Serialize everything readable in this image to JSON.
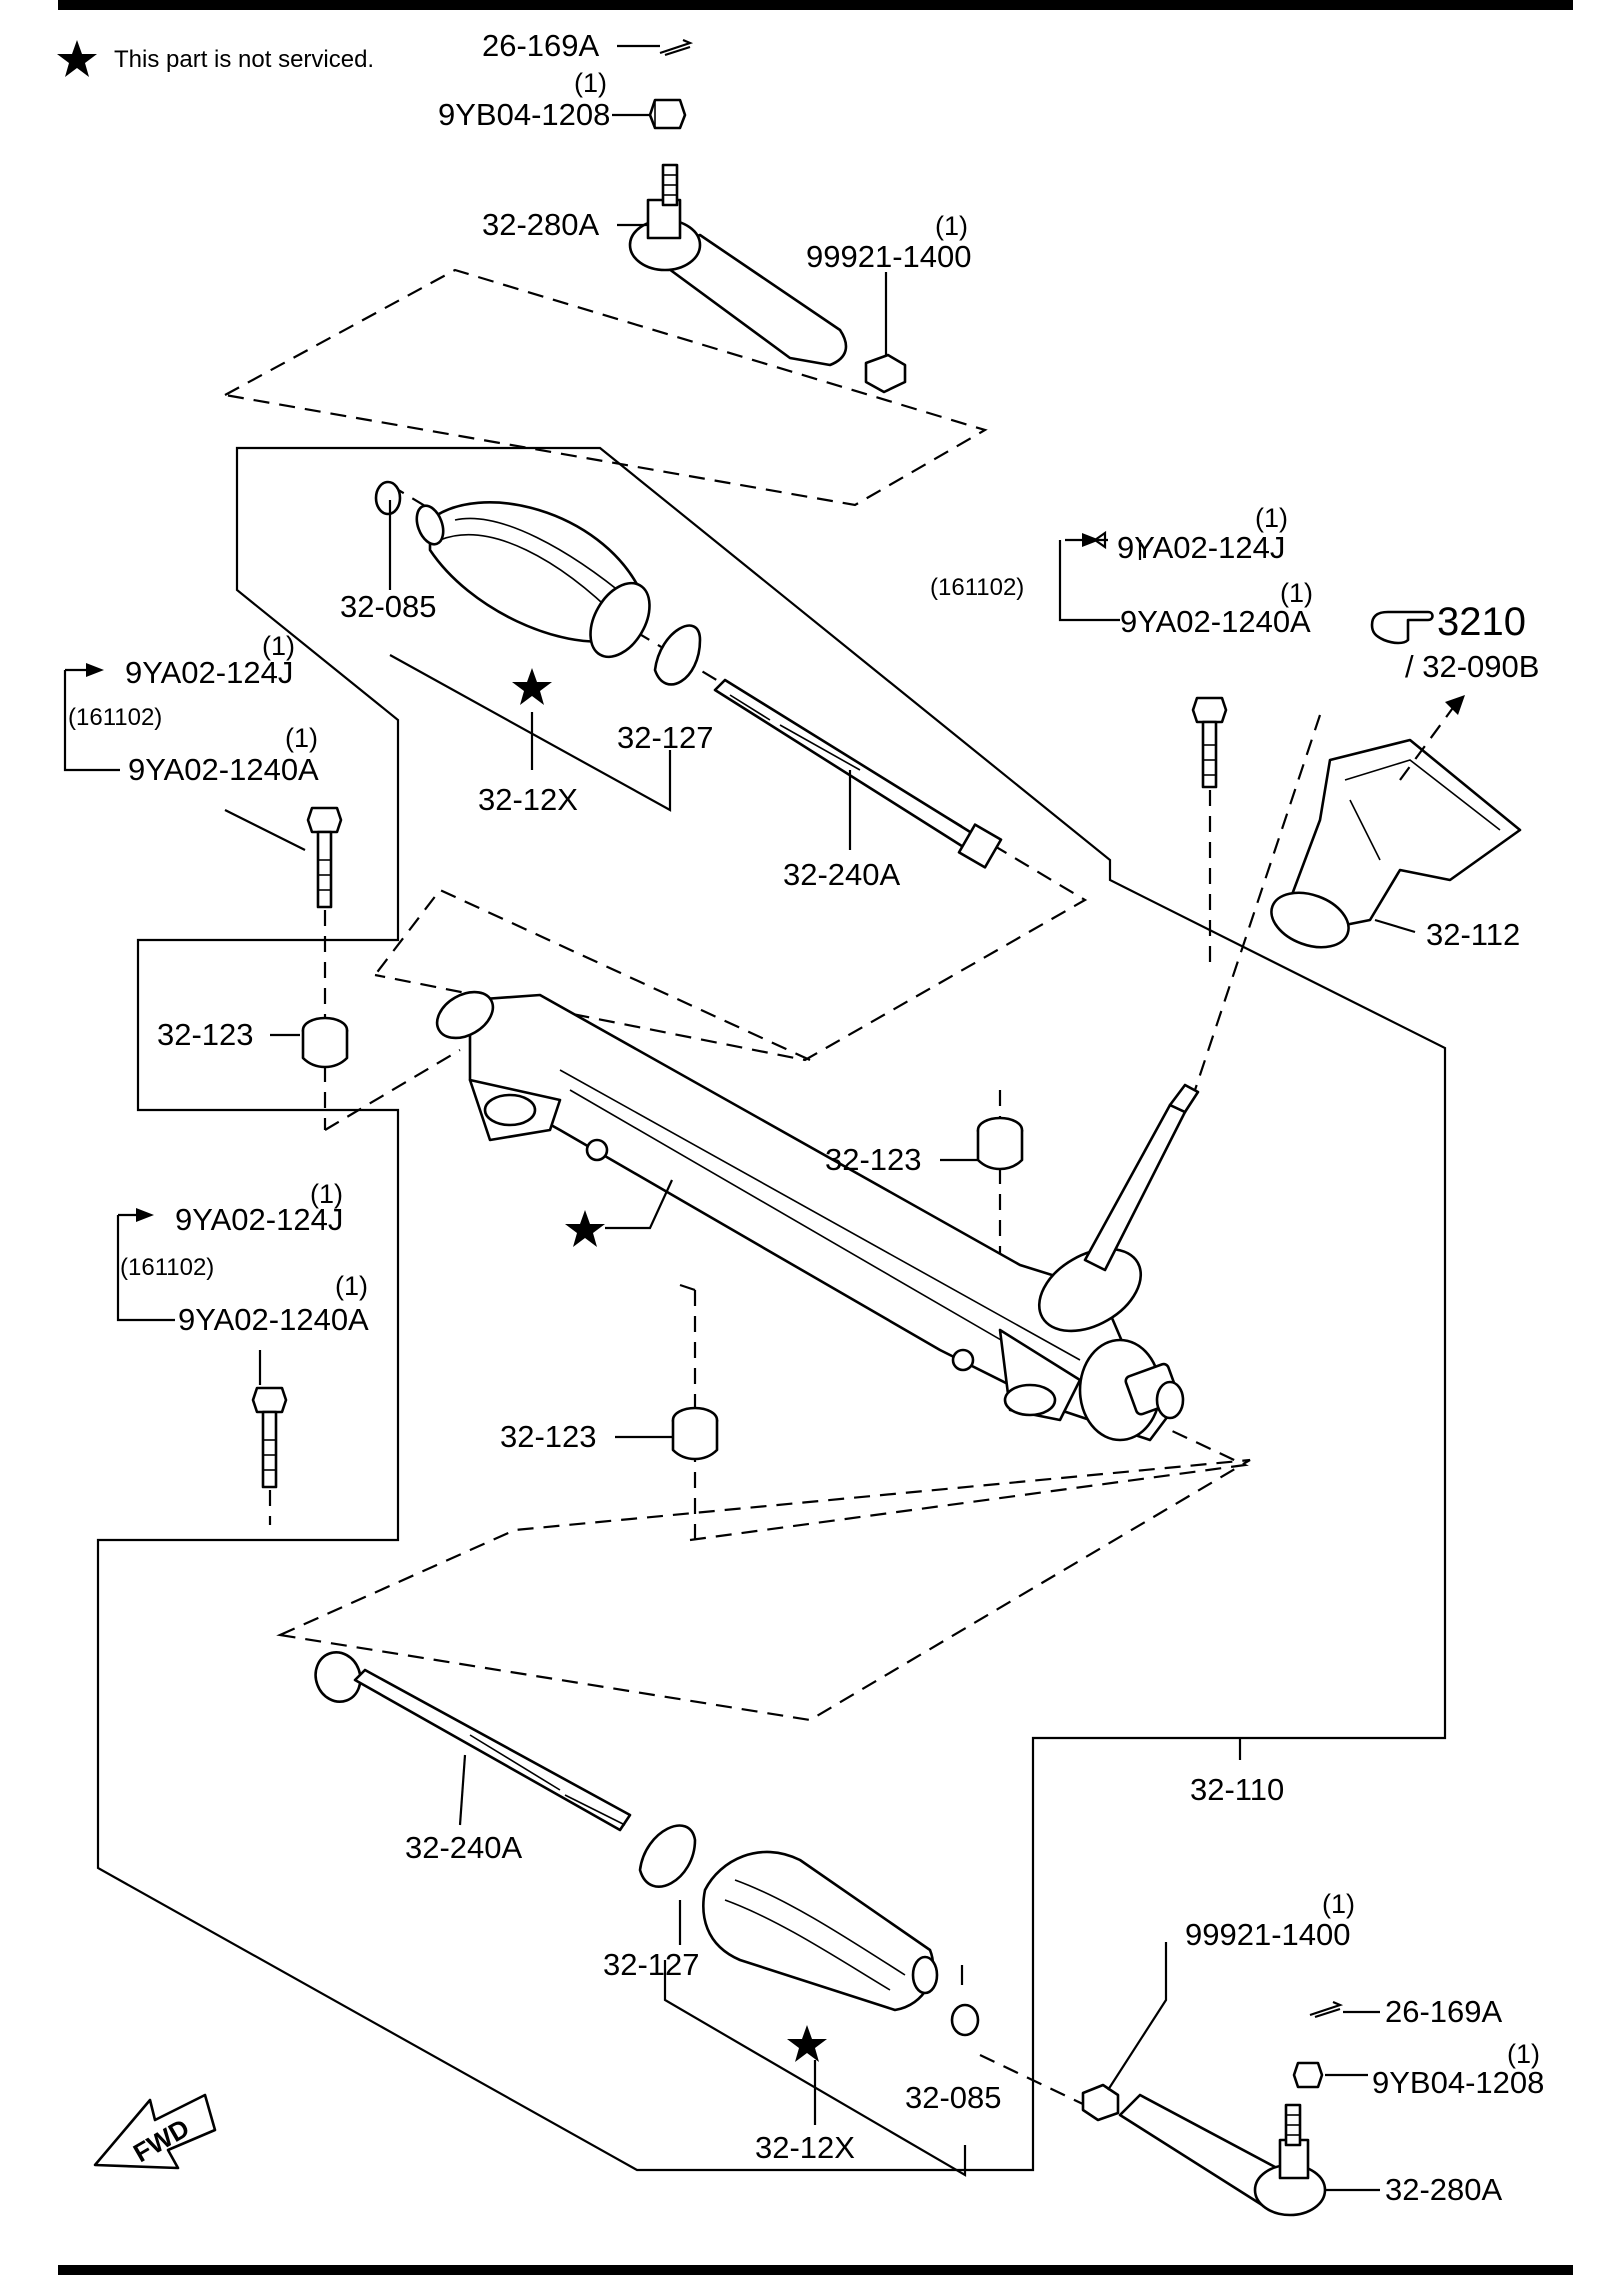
{
  "note": {
    "text": "This part is not serviced."
  },
  "labels": {
    "cotter_pin_left": "26-169A",
    "nut_left_qty": "(1)",
    "nut_left": "9YB04-1208",
    "tie_rod_end_left": "32-280A",
    "lock_nut_left_qty": "(1)",
    "lock_nut_left": "99921-1400",
    "clamp_left": "32-085",
    "boot_kit_left": "32-12X",
    "boot_band_left": "32-127",
    "tie_rod_left": "32-240A",
    "bolt_top_right_new_qty": "(1)",
    "bolt_top_right_new": "9YA02-124J",
    "bolt_top_right_date": "(161102)",
    "bolt_top_right_old_qty": "(1)",
    "bolt_top_right_old": "9YA02-1240A",
    "bolt_left1_new_qty": "(1)",
    "bolt_left1_new": "9YA02-124J",
    "bolt_left1_date": "(161102)",
    "bolt_left1_old_qty": "(1)",
    "bolt_left1_old": "9YA02-1240A",
    "bolt_left2_new_qty": "(1)",
    "bolt_left2_new": "9YA02-124J",
    "bolt_left2_date": "(161102)",
    "bolt_left2_old_qty": "(1)",
    "bolt_left2_old": "9YA02-1240A",
    "ref_section": "3210",
    "ref_part": "/ 32-090B",
    "dust_boot": "32-112",
    "bushing_1": "32-123",
    "bushing_2": "32-123",
    "bushing_3": "32-123",
    "gear_assembly": "32-110",
    "tie_rod_right": "32-240A",
    "boot_band_right": "32-127",
    "boot_kit_right": "32-12X",
    "clamp_right": "32-085",
    "lock_nut_right_qty": "(1)",
    "lock_nut_right": "99921-1400",
    "cotter_pin_right": "26-169A",
    "nut_right_qty": "(1)",
    "nut_right": "9YB04-1208",
    "tie_rod_end_right": "32-280A",
    "fwd": "FWD"
  },
  "icons": [
    "star-icon",
    "pointing-hand-icon",
    "flag-arrow-icon",
    "fwd-arrow-icon",
    "cotter-pin-icon"
  ]
}
